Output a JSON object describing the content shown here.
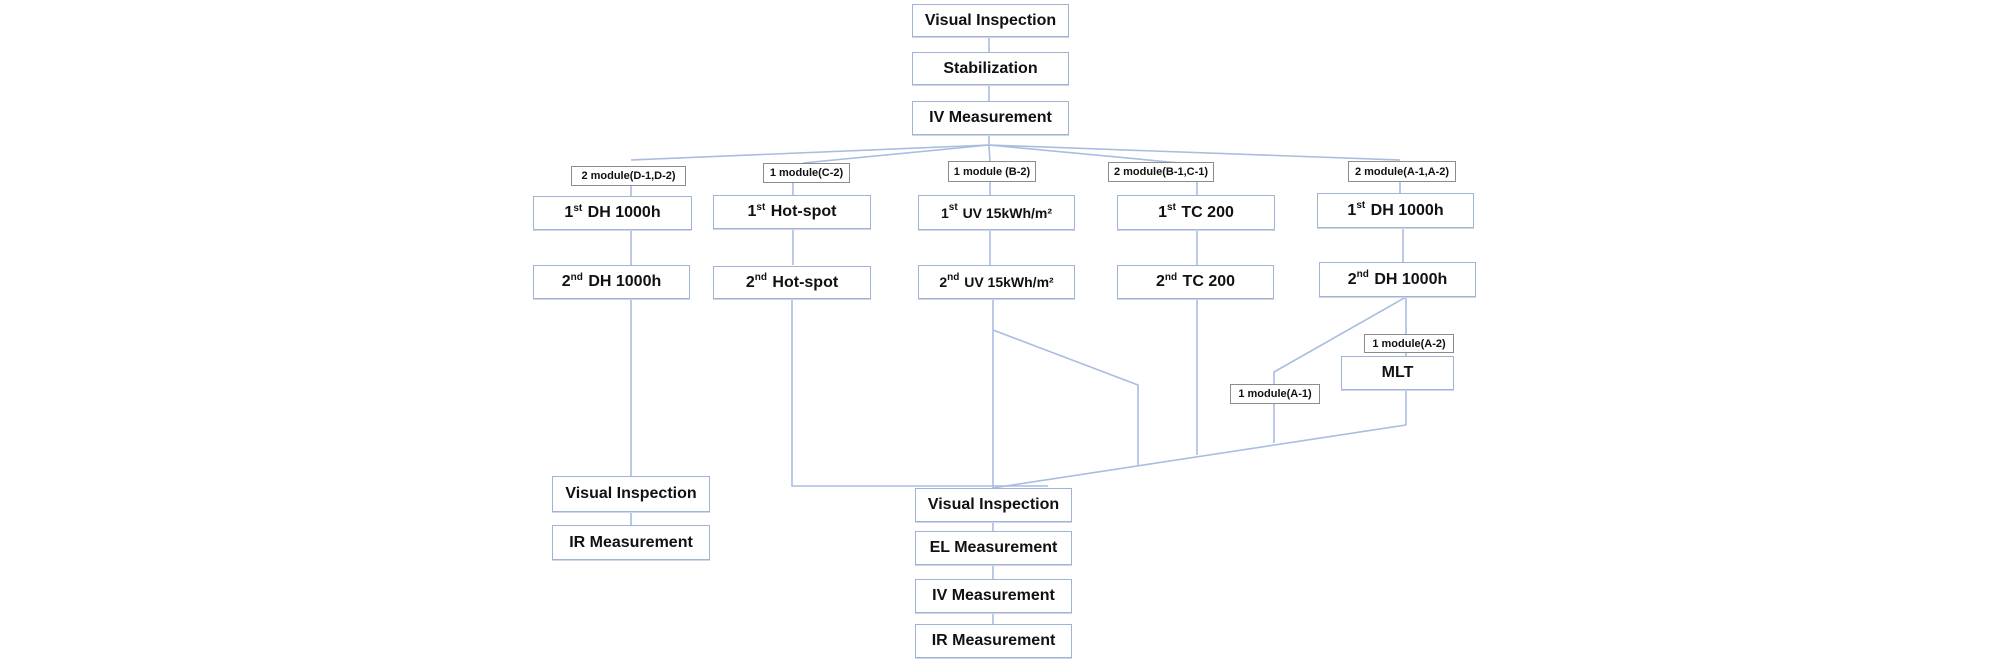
{
  "top_flow": {
    "visual_inspection": "Visual Inspection",
    "stabilization": "Stabilization",
    "iv_measurement": "IV Measurement"
  },
  "branches": [
    {
      "tag": "2 module(D-1,D-2)",
      "first": {
        "ord": "1",
        "sup": "st",
        "text": "DH 1000h"
      },
      "second": {
        "ord": "2",
        "sup": "nd",
        "text": "DH 1000h"
      }
    },
    {
      "tag": "1 module(C-2)",
      "first": {
        "ord": "1",
        "sup": "st",
        "text": "Hot-spot"
      },
      "second": {
        "ord": "2",
        "sup": "nd",
        "text": "Hot-spot"
      }
    },
    {
      "tag": "1 module (B-2)",
      "first": {
        "ord": "1",
        "sup": "st",
        "text": "UV 15kWh/m²"
      },
      "second": {
        "ord": "2",
        "sup": "nd",
        "text": "UV 15kWh/m²"
      }
    },
    {
      "tag": "2 module(B-1,C-1)",
      "first": {
        "ord": "1",
        "sup": "st",
        "text": "TC 200"
      },
      "second": {
        "ord": "2",
        "sup": "nd",
        "text": "TC 200"
      }
    },
    {
      "tag": "2 module(A-1,A-2)",
      "first": {
        "ord": "1",
        "sup": "st",
        "text": "DH 1000h"
      },
      "second": {
        "ord": "2",
        "sup": "nd",
        "text": "DH 1000h"
      }
    }
  ],
  "sub_branch": {
    "tag_a1": "1 module(A-1)",
    "tag_a2": "1 module(A-2)",
    "mlt": "MLT"
  },
  "left_final": {
    "visual_inspection": "Visual Inspection",
    "ir_measurement": "IR Measurement"
  },
  "center_final": {
    "visual_inspection": "Visual Inspection",
    "el_measurement": "EL Measurement",
    "iv_measurement": "IV Measurement",
    "ir_measurement": "IR Measurement"
  },
  "colors": {
    "box_border": "#9fb3d6",
    "connector": "#a9bde0",
    "tag_border": "#8c8c8c"
  }
}
